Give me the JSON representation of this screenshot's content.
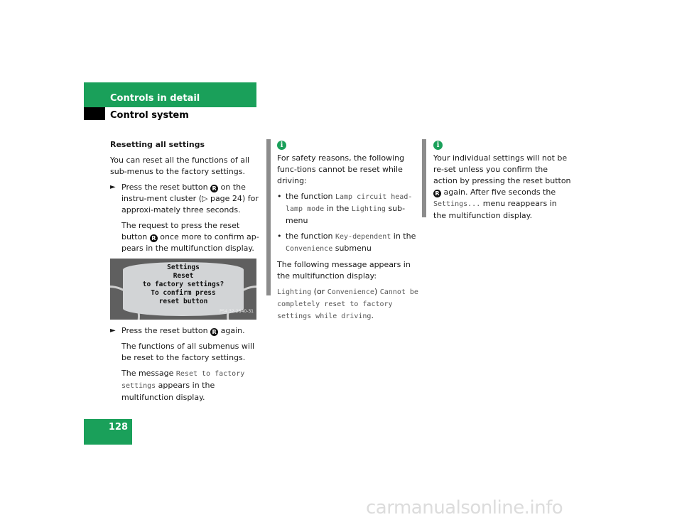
{
  "header": {
    "section": "Controls in detail",
    "subsection": "Control system"
  },
  "col1": {
    "heading": "Resetting all settings",
    "intro": "You can reset all the functions of all sub-menus to the factory settings.",
    "step1_a": "Press the reset button",
    "step1_b": "on the instru-ment cluster (",
    "step1_ref": "▷ page 24",
    "step1_c": ") for approxi-mately three seconds.",
    "step1_note_a": "The request to press the reset button",
    "step1_note_b": "once more to confirm ap-pears in the multifunction display.",
    "display_lines": [
      "Settings",
      "Reset",
      "to factory settings?",
      "To confirm press",
      "reset button"
    ],
    "display_ref": "P54.32-2840-31",
    "step2_a": "Press the reset button",
    "step2_b": "again.",
    "step2_note1": "The functions of all submenus will be reset to the factory settings.",
    "step2_note2_a": "The message",
    "step2_note2_mono": "Reset to factory settings",
    "step2_note2_b": "appears in the multifunction display.",
    "reset_symbol": "R"
  },
  "col2": {
    "intro": "For safety reasons, the following func-tions cannot be reset while driving:",
    "b1_a": "the function",
    "b1_mono1": "Lamp circuit head-lamp mode",
    "b1_b": "in the",
    "b1_mono2": "Lighting",
    "b1_c": "sub-menu",
    "b2_a": "the function",
    "b2_mono1": "Key-dependent",
    "b2_b": "in the",
    "b2_mono2": "Convenience",
    "b2_c": "submenu",
    "msg_intro": "The following message appears in the multifunction display:",
    "msg_mono1": "Lighting",
    "msg_or": "(or",
    "msg_mono2": "Convenience",
    "msg_close": ")",
    "msg_mono3": "Cannot be completely reset to factory settings while driving",
    "msg_end": "."
  },
  "col3": {
    "text_a": "Your individual settings will not be re-set unless you confirm the action by pressing the reset button",
    "text_b": "again. After five seconds the",
    "text_mono": "Settings...",
    "text_c": "menu reappears in the multifunction display."
  },
  "info_icon": "i",
  "page_number": "128",
  "watermark": "carmanualsonline.info"
}
